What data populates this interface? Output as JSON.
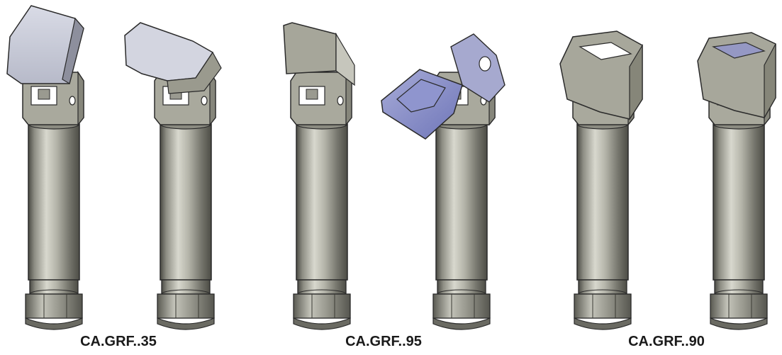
{
  "captions": [
    "CA.GRF..35",
    "CA.GRF..95",
    "CA.GRF..90"
  ],
  "colors": {
    "background": "#ffffff",
    "outline": "#2a2a2a",
    "cylinder_dark": "#5a5a52",
    "cylinder_light": "#d2d2c8",
    "body_face": "#a8a89c",
    "jaw_light": "#c8cbd8",
    "jaw_blue": "#7f86c4"
  },
  "parts": [
    {
      "name": "gripper-ca-grf-35-closed",
      "caption_index": 0,
      "jaw": "flap-closed"
    },
    {
      "name": "gripper-ca-grf-35-open",
      "caption_index": 0,
      "jaw": "flap-open"
    },
    {
      "name": "gripper-ca-grf-95-closed",
      "caption_index": 1,
      "jaw": "wedge-closed"
    },
    {
      "name": "gripper-ca-grf-95-open",
      "caption_index": 1,
      "jaw": "arm-open"
    },
    {
      "name": "gripper-ca-grf-90-closed",
      "caption_index": 2,
      "jaw": "box-closed"
    },
    {
      "name": "gripper-ca-grf-90-open",
      "caption_index": 2,
      "jaw": "box-open"
    }
  ]
}
